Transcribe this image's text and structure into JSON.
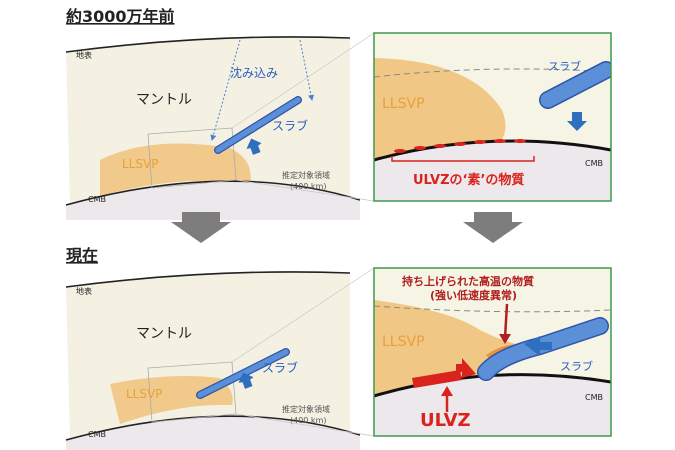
{
  "colors": {
    "frame_green": "#3d9a4a",
    "mantle": "#f4f1e2",
    "llsvp": "#f0c27a",
    "core": "#ece8ec",
    "slab_fill": "#5b8fd8",
    "slab_stroke": "#2f55a8",
    "red": "#d9231c",
    "arrow_gray": "#7d7d7d",
    "label_blue": "#2a5cc0",
    "label_orange": "#e8a03a"
  },
  "past": {
    "title": "約3000万年前",
    "surface": "地表",
    "mantle": "マントル",
    "subduction": "沈み込み",
    "slab": "スラブ",
    "llsvp": "LLSVP",
    "cmb": "CMB",
    "target_region": "推定対象領域",
    "target_size": "(400 km)",
    "zoom": {
      "slab": "スラブ",
      "llsvp": "LLSVP",
      "cmb": "CMB",
      "ulvz_material": "ULVZの‘素’の物質"
    }
  },
  "present": {
    "title": "現在",
    "surface": "地表",
    "mantle": "マントル",
    "slab": "スラブ",
    "llsvp": "LLSVP",
    "cmb": "CMB",
    "target_region": "推定対象領域",
    "target_size": "(400 km)",
    "zoom": {
      "hot_material_line1": "持ち上げられた高温の物質",
      "hot_material_line2": "(強い低速度異常)",
      "llsvp": "LLSVP",
      "slab": "スラブ",
      "ulvz": "ULVZ",
      "cmb": "CMB"
    }
  }
}
